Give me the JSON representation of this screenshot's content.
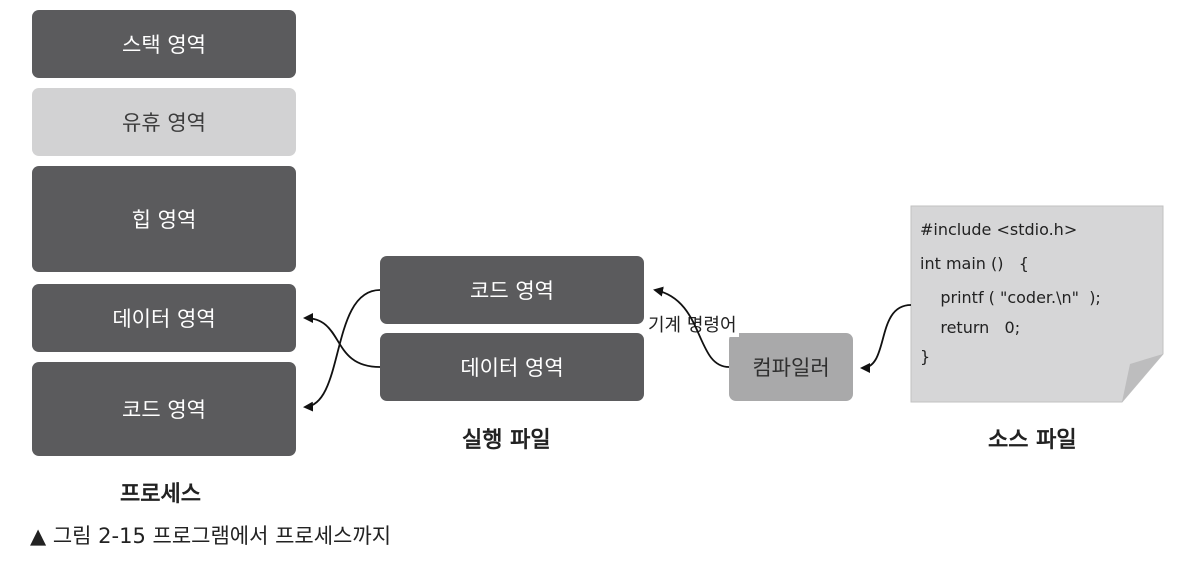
{
  "process": {
    "blocks": [
      "스택 영역",
      "유휴 영역",
      "힙 영역",
      "데이터 영역",
      "코드 영역"
    ],
    "label": "프로세스"
  },
  "executable": {
    "blocks": [
      "코드 영역",
      "데이터 영역"
    ],
    "label": "실행 파일"
  },
  "compiler": {
    "label": "컴파일러"
  },
  "machine_code_label": "기계 명령어",
  "source": {
    "lines": [
      "#include <stdio.h>",
      "int main ()   {",
      "    printf ( \"coder.\\n\"  );",
      "    return   0;",
      "}"
    ],
    "label": "소스 파일"
  },
  "caption": {
    "marker": "▲",
    "text": "그림 2-15 프로그램에서 프로세스까지"
  }
}
